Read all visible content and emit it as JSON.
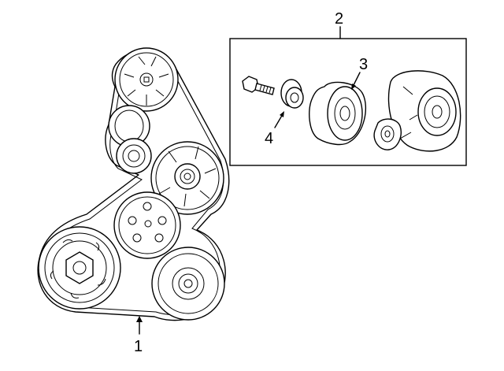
{
  "callouts": {
    "belt": "1",
    "tensioner_kit": "2",
    "idler_pulley": "3",
    "washer": "4"
  }
}
